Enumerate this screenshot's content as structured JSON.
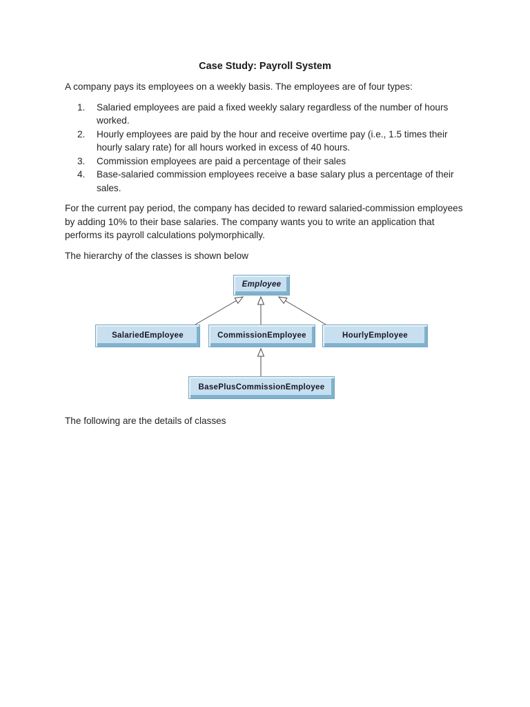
{
  "content": {
    "title": "Case Study: Payroll System",
    "intro": "A company pays its employees on a weekly basis. The employees are of four types:",
    "employee_types": [
      {
        "number": "1.",
        "text": "Salaried employees are paid a fixed weekly salary regardless of the number of hours worked."
      },
      {
        "number": "2.",
        "text": "Hourly employees are paid by the hour and receive overtime pay (i.e., 1.5 times their hourly salary rate) for all hours worked in excess of 40 hours."
      },
      {
        "number": "3.",
        "text": "Commission employees are paid a percentage of their sales"
      },
      {
        "number": "4.",
        "text": "Base-salaried commission employees receive a base salary plus a percentage of their sales."
      }
    ],
    "paragraph_reward": "For the current pay period, the company has decided to reward salaried-commission employees by adding 10% to their base salaries. The company wants you to write an application that performs its payroll calculations polymorphically.",
    "paragraph_hierarchy": "The hierarchy of the classes is shown below",
    "paragraph_details": "The following are the details of classes"
  },
  "diagram": {
    "type": "uml-class-hierarchy",
    "boxes": [
      {
        "label": "Employee"
      },
      {
        "label": "SalariedEmployee"
      },
      {
        "label": "CommissionEmployee"
      },
      {
        "label": "HourlyEmployee"
      },
      {
        "label": "BasePlusCommissionEmployee"
      }
    ],
    "relationships": [
      {
        "from": "SalariedEmployee",
        "to": "Employee"
      },
      {
        "from": "CommissionEmployee",
        "to": "Employee"
      },
      {
        "from": "HourlyEmployee",
        "to": "Employee"
      },
      {
        "from": "BasePlusCommissionEmployee",
        "to": "CommissionEmployee"
      }
    ],
    "colors": {
      "box_fill": "#c7dfee",
      "box_highlight": "#eaf4f9",
      "box_shadow": "#7fb2ce",
      "box_border": "#74a5c1",
      "label_color": "#16162a",
      "arrow_color": "#4a4a4a"
    }
  }
}
